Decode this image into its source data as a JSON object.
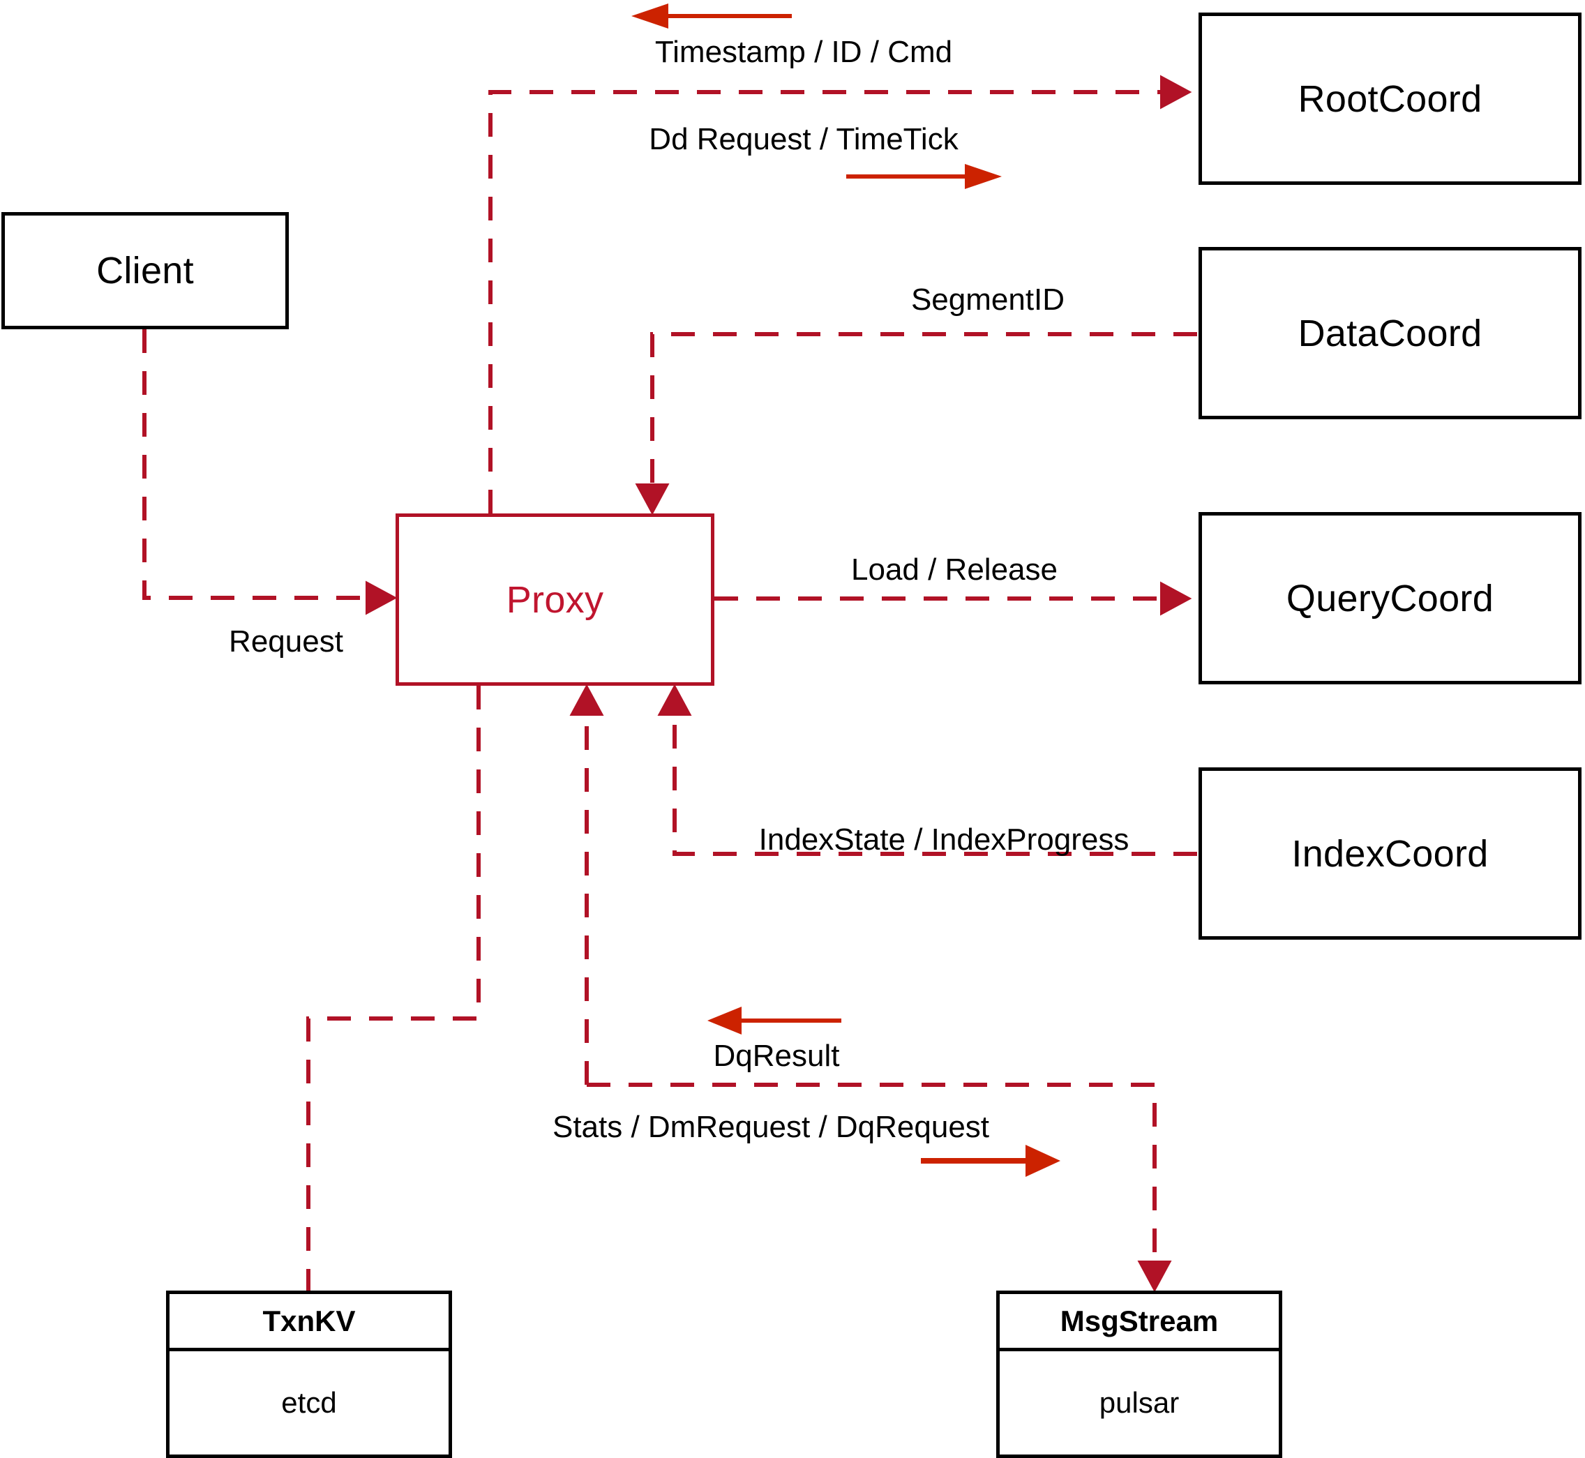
{
  "diagram": {
    "title": "Milvus Proxy interaction diagram",
    "colors": {
      "node_border": "#000000",
      "accent_border": "#B11226",
      "accent_text": "#C0152F",
      "wire": "#B11226",
      "direction_arrow": "#CC2200",
      "background": "#FFFFFF"
    }
  },
  "nodes": {
    "client": {
      "label": "Client"
    },
    "proxy": {
      "label": "Proxy"
    },
    "root_coord": {
      "label": "RootCoord"
    },
    "data_coord": {
      "label": "DataCoord"
    },
    "query_coord": {
      "label": "QueryCoord"
    },
    "index_coord": {
      "label": "IndexCoord"
    },
    "txnkv": {
      "header": "TxnKV",
      "body": "etcd"
    },
    "msgstream": {
      "header": "MsgStream",
      "body": "pulsar"
    }
  },
  "edge_labels": {
    "timestamp_id_cmd": "Timestamp / ID / Cmd",
    "dd_request_timetick": "Dd Request / TimeTick",
    "segment_id": "SegmentID",
    "request": "Request",
    "load_release": "Load / Release",
    "index_state": "IndexState / IndexProgress",
    "dq_result": "DqResult",
    "stats_dm_dq": "Stats / DmRequest / DqRequest"
  }
}
